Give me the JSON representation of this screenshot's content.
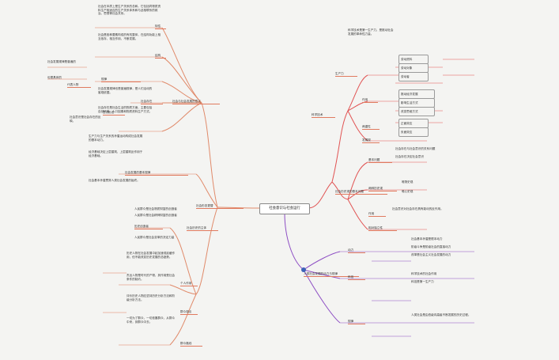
{
  "root_topic": "社会意识与社会运行",
  "branch_top_left": {
    "label": "社会与社会发展的意义",
    "note_1": "社会在本质上是生产关系的总和。它包括同物质资料生产相适应的生产关系体系和与此相联系的政治、思想等社会关系。",
    "label_1": "特性",
    "note_2": "社会是各种要素构成的有机整体，在结构功能上相互依存，相互作用，不断发展。",
    "label_2": "结构",
    "note_3": "社会发展规律也是普遍规律，是人们活动的客观依据。",
    "label_3": "规律",
    "items_3": [
      "社会发展规律是普遍的",
      "也是具体的",
      "代表人物"
    ],
    "note_4": "社会存在是社会生活的物质方面，主要包括自然环境、人口因素和物质资料生产方式。",
    "label_4": "社会存在",
    "note_5": "社会意识是社会存在的反映。",
    "label_5": "意识形态"
  },
  "branch_mid_left": {
    "label": "社会发展的基本规律",
    "note_1": "生产力与生产关系的矛盾运动构成社会发展的基本动力。",
    "note_2": "经济基础决定上层建筑，上层建筑反作用于经济基础。",
    "note_3": "社会基本矛盾贯穿人类社会发展的始终。",
    "label_1": "社会形态更替"
  },
  "branch_bottom_left": {
    "label": "社会历史的主体",
    "label_a": "历史创造者",
    "items_a": [
      "人民群众是社会物质财富的创造者",
      "人民群众是社会精神财富的创造者",
      "人民群众是社会变革的决定力量"
    ],
    "label_b": "个人作用",
    "note_b1": "历史人物在社会发展中起加速或延缓作用，但不能改变历史发展的总趋势。",
    "note_b2": "杰出人物是时代的产物，其作用受社会条件的制约。",
    "note_b3": "评价历史人物应坚持历史分析方法和阶级分析方法。",
    "label_c": "群众观点",
    "note_c": "一切为了群众，一切依靠群众，从群众中来，到群众中去。",
    "label_d": "群众路线"
  },
  "branch_top_right": {
    "label": "科学技术",
    "label_a": "生产力",
    "note_a": "科学技术是第一生产力，是推动社会发展的革命性力量。",
    "items_a": [
      "劳动资料",
      "劳动对象",
      "劳动者"
    ],
    "label_b": "作用",
    "items_b": [
      "推动经济发展",
      "影响生活方式",
      "改变思维方式"
    ],
    "label_c": "两重性",
    "items_c": [
      "正面效应",
      "负面效应"
    ],
    "label_d": "发展观"
  },
  "branch_mid_right": {
    "label": "社会历史观的基本问题",
    "label_a": "基本问题",
    "items_a": [
      "社会存在与社会意识的关系问题",
      "社会存在决定社会意识"
    ],
    "label_b": "两种历史观",
    "items_b": [
      "唯物史观",
      "唯心史观"
    ],
    "label_c": "作用",
    "note_c": "社会意识对社会存在具有能动的反作用。",
    "label_d": "相对独立性"
  },
  "branch_bottom_right": {
    "label": "人类社会发展的动力与规律",
    "label_a": "动力",
    "items_a": [
      "社会基本矛盾是根本动力",
      "阶级斗争是阶级社会的直接动力",
      "改革是社会主义社会发展的动力"
    ],
    "label_b": "科技",
    "items_b": [
      "科学技术的社会作用",
      "科技是第一生产力"
    ],
    "label_c": "规律",
    "note_c": "人类社会是由低级向高级不断发展的历史过程。"
  },
  "colors": {
    "branch_left": "#e07a5f",
    "branch_right": "#e15454",
    "branch_purple": "#8e4fc4",
    "root_dot": "#3d63b8"
  }
}
